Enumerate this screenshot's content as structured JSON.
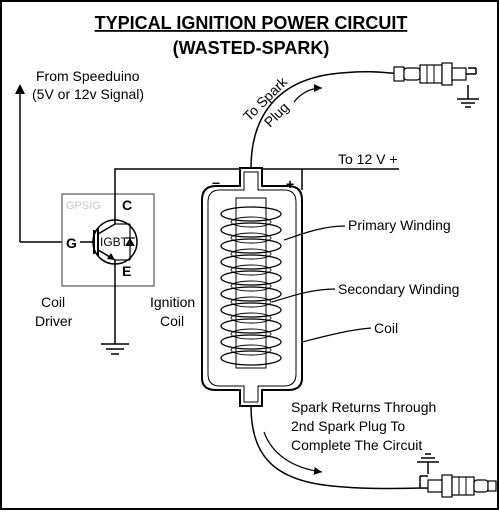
{
  "title": {
    "line1": "TYPICAL IGNITION POWER CIRCUIT",
    "line2": "(WASTED-SPARK)"
  },
  "labels": {
    "from_speeduino": "From Speeduino",
    "signal_spec": "(5V or 12v Signal)",
    "to_spark": "To Spark",
    "plug": "Plug",
    "to_12v": "To 12 V +",
    "minus": "−",
    "plus": "+",
    "primary_winding": "Primary Winding",
    "secondary_winding": "Secondary Winding",
    "coil": "Coil",
    "coil_driver_1": "Coil",
    "coil_driver_2": "Driver",
    "ignition_coil_1": "Ignition",
    "ignition_coil_2": "Coil",
    "spark_returns_1": "Spark Returns Through",
    "spark_returns_2": "2nd Spark Plug To",
    "spark_returns_3": "Complete The Circuit"
  },
  "driver": {
    "watermark": "GPSIG",
    "gate": "G",
    "collector": "C",
    "emitter": "E",
    "device": "IGBT"
  },
  "icons": {
    "spark_plug_top": "spark-plug-icon",
    "spark_plug_bottom": "spark-plug-icon",
    "ground": "ground-icon",
    "arrow_up": "arrow-up-icon"
  }
}
